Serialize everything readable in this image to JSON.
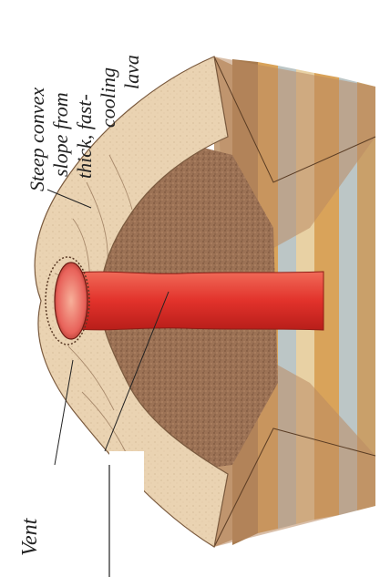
{
  "labels": {
    "slope": [
      "Steep convex",
      "slope from",
      "thick, fast-",
      "cooling",
      "lava"
    ],
    "vent": "Vent"
  },
  "colors": {
    "magma": "#e2322b",
    "magma_dark": "#b81e1a",
    "mound": "#ead3b2",
    "mound_shade": "#c9a987",
    "interior": "#9c7255",
    "layer_light_blue": "#bcc6c6",
    "layer_orange": "#d9a35a",
    "layer_brown": "#a87b4f",
    "layer_cream": "#e8d1a4"
  }
}
